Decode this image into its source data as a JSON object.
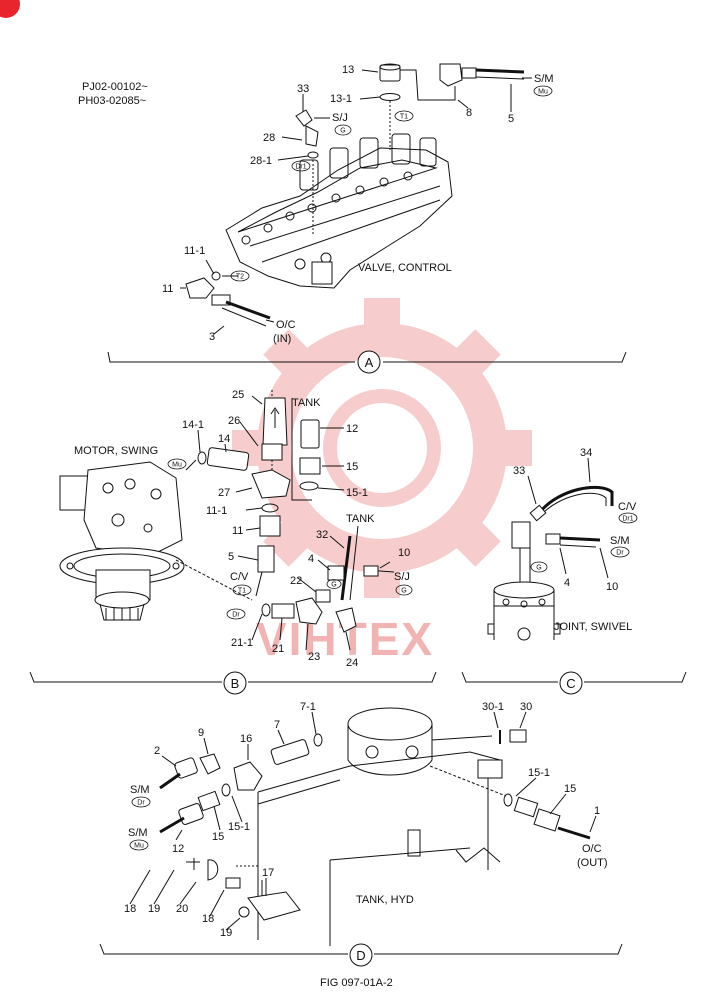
{
  "header": {
    "serial_1": "PJ02-00102~",
    "serial_2": "PH03-02085~"
  },
  "corner_badge": {
    "color": "#e8242c"
  },
  "watermark": {
    "text": "VIHTEX",
    "color": "#f0a7a7"
  },
  "section_a": {
    "marker": "A",
    "part_numbers": [
      "13",
      "13-1",
      "8",
      "5",
      "33",
      "28",
      "28-1",
      "11-1",
      "11",
      "3"
    ],
    "assembly_label": "VALVE, CONTROL",
    "connections": {
      "sm": "S/M",
      "sj": "S/J",
      "oc": "O/C",
      "in": "(IN)"
    },
    "port_tags": {
      "mu": "Mu",
      "t1": "T1",
      "g": "G",
      "dr1": "Dr1",
      "t2": "T2"
    }
  },
  "section_b": {
    "marker": "B",
    "assembly_label": "MOTOR, SWING",
    "tank_labels": [
      "TANK",
      "TANK"
    ],
    "part_numbers": [
      "25",
      "26",
      "12",
      "15",
      "15-1",
      "14-1",
      "14",
      "27",
      "11-1",
      "11",
      "5",
      "32",
      "4",
      "10",
      "22",
      "21-1",
      "21",
      "23",
      "24"
    ],
    "connections": {
      "cv": "C/V",
      "sj": "S/J"
    },
    "port_tags": {
      "mu": "Mu",
      "t1": "T1",
      "dr": "Dr",
      "g_1": "G",
      "g_2": "G"
    }
  },
  "section_c": {
    "marker": "C",
    "assembly_label": "JOINT, SWIVEL",
    "part_numbers": [
      "34",
      "33",
      "4",
      "10"
    ],
    "connections": {
      "cv": "C/V",
      "sm": "S/M"
    },
    "port_tags": {
      "dr1": "Dr1",
      "dr": "Dr",
      "g": "G"
    }
  },
  "section_d": {
    "marker": "D",
    "assembly_label": "TANK, HYD",
    "part_numbers": [
      "2",
      "9",
      "16",
      "7",
      "7-1",
      "30-1",
      "30",
      "15-1",
      "15",
      "1",
      "12",
      "15",
      "15-1",
      "18",
      "19",
      "20",
      "18",
      "19",
      "17"
    ],
    "connections": {
      "sm_1": "S/M",
      "sm_2": "S/M",
      "oc": "O/C",
      "out": "(OUT)"
    },
    "port_tags": {
      "dr": "Dr",
      "mu": "Mu"
    }
  },
  "figure_caption": "FIG 097-01A-2"
}
